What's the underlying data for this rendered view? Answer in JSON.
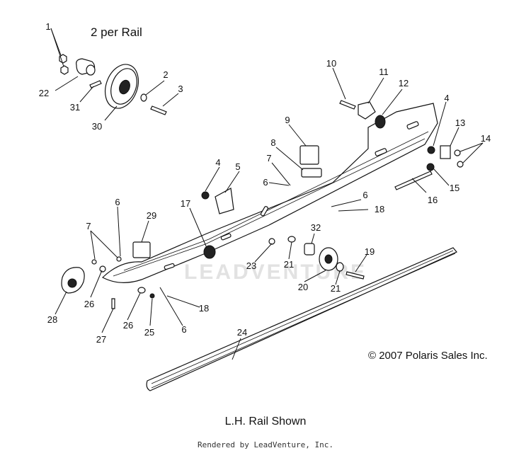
{
  "header_note": "2 per Rail",
  "copyright": "© 2007 Polaris Sales Inc.",
  "rail_caption": "L.H. Rail Shown",
  "render_credit": "Rendered by LeadVenture, Inc.",
  "watermark": "LEADVENTURE",
  "callouts": [
    "1",
    "22",
    "31",
    "30",
    "2",
    "3",
    "10",
    "11",
    "12",
    "4",
    "13",
    "14",
    "9",
    "8",
    "7",
    "6",
    "4",
    "5",
    "6",
    "18",
    "17",
    "29",
    "6",
    "7",
    "32",
    "23",
    "21",
    "19",
    "20",
    "21",
    "28",
    "26",
    "27",
    "26",
    "25",
    "6",
    "18",
    "24",
    "16",
    "15"
  ]
}
